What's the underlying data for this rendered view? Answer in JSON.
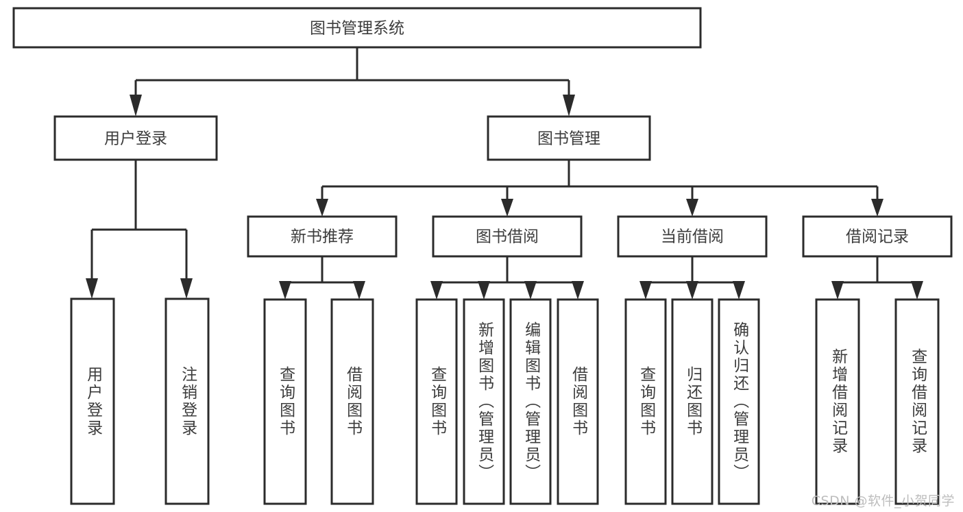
{
  "meta": {
    "title": "图书管理系统",
    "watermark": "CSDN @软件_小贺同学",
    "colors": {
      "background": "#ffffff",
      "box_stroke": "#2b2b2b",
      "box_fill": "#ffffff",
      "text": "#3c3c3c",
      "connector": "#2b2b2b",
      "watermark": "#bdbdbd"
    }
  },
  "chart_data": {
    "type": "diagram",
    "diagram_kind": "tree",
    "title": "图书管理系统",
    "orientation": "top-down",
    "levels": 4,
    "node_count": 18,
    "edge_count": 17
  },
  "tree": {
    "root": {
      "id": "root",
      "label": "图书管理系统",
      "orientation": "horizontal"
    },
    "level2": [
      {
        "id": "user-login",
        "label": "用户登录",
        "orientation": "horizontal"
      },
      {
        "id": "book-manage",
        "label": "图书管理",
        "orientation": "horizontal"
      }
    ],
    "level3": [
      {
        "id": "new-book-recommend",
        "label": "新书推荐",
        "orientation": "horizontal",
        "parent": "book-manage"
      },
      {
        "id": "book-borrow",
        "label": "图书借阅",
        "orientation": "horizontal",
        "parent": "book-manage"
      },
      {
        "id": "current-borrow",
        "label": "当前借阅",
        "orientation": "horizontal",
        "parent": "book-manage"
      },
      {
        "id": "borrow-record",
        "label": "借阅记录",
        "orientation": "horizontal",
        "parent": "book-manage"
      }
    ],
    "leaves": [
      {
        "id": "leaf-user-login",
        "label": "用户登录",
        "orientation": "vertical",
        "parent": "user-login"
      },
      {
        "id": "leaf-logout",
        "label": "注销登录",
        "orientation": "vertical",
        "parent": "user-login"
      },
      {
        "id": "leaf-query-book-1",
        "label": "查询图书",
        "orientation": "vertical",
        "parent": "new-book-recommend"
      },
      {
        "id": "leaf-borrow-book-1",
        "label": "借阅图书",
        "orientation": "vertical",
        "parent": "new-book-recommend"
      },
      {
        "id": "leaf-query-book-2",
        "label": "查询图书",
        "orientation": "vertical",
        "parent": "book-borrow"
      },
      {
        "id": "leaf-add-book",
        "label": "新增图书（管理员）",
        "orientation": "vertical",
        "parent": "book-borrow"
      },
      {
        "id": "leaf-edit-book",
        "label": "编辑图书（管理员）",
        "orientation": "vertical",
        "parent": "book-borrow"
      },
      {
        "id": "leaf-borrow-book-2",
        "label": "借阅图书",
        "orientation": "vertical",
        "parent": "book-borrow"
      },
      {
        "id": "leaf-query-book-3",
        "label": "查询图书",
        "orientation": "vertical",
        "parent": "current-borrow"
      },
      {
        "id": "leaf-return-book",
        "label": "归还图书",
        "orientation": "vertical",
        "parent": "current-borrow"
      },
      {
        "id": "leaf-confirm-return",
        "label": "确认归还（管理员）",
        "orientation": "vertical",
        "parent": "current-borrow"
      },
      {
        "id": "leaf-add-record",
        "label": "新增借阅记录",
        "orientation": "vertical",
        "parent": "borrow-record"
      },
      {
        "id": "leaf-query-record",
        "label": "查询借阅记录",
        "orientation": "vertical",
        "parent": "borrow-record"
      }
    ]
  }
}
